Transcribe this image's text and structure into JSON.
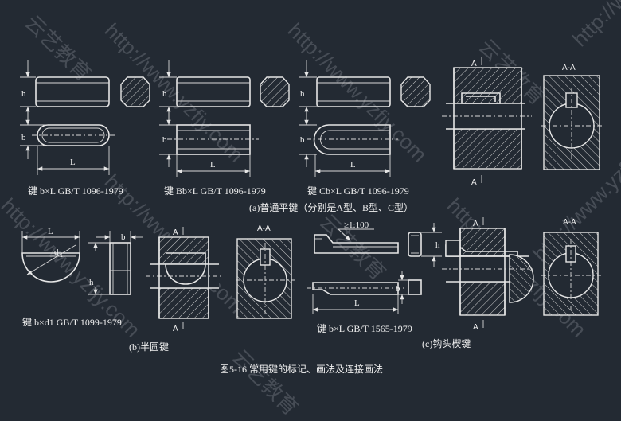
{
  "captions": {
    "flat_key_1": "键 b×L GB/T 1096-1979",
    "flat_key_2": "键 Bb×L GB/T 1096-1979",
    "flat_key_3": "键 Cb×L GB/T 1096-1979",
    "group_a": "(a)普通平键（分别是A型、B型、C型）",
    "woodruff_key": "键 b×d1 GB/T 1099-1979",
    "group_b": "(b)半圆键",
    "gib_key": "键 b×L GB/T 1565-1979",
    "group_c": "(c)钩头楔键",
    "figure_title": "图5-16  常用键的标记、画法及连接画法"
  },
  "dimension_labels": {
    "h": "h",
    "b": "b",
    "L": "L",
    "d1": "d",
    "d1_sub": "1",
    "taper": "≥1:100"
  },
  "section_labels": {
    "A": "A",
    "AA": "A-A"
  },
  "watermark": {
    "text": "http://www.yzfjy.com",
    "brand": "云艺教育"
  }
}
